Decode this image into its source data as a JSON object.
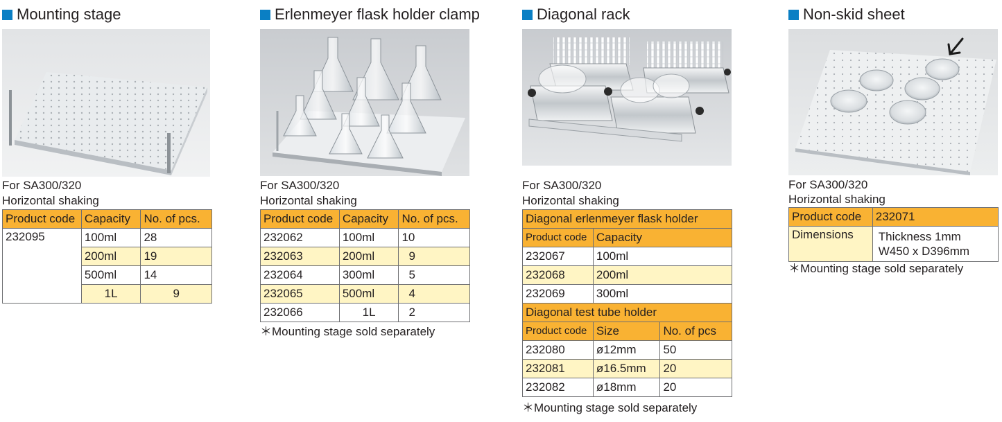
{
  "colors": {
    "accent_square": "#0a7fc4",
    "header_fill": "#f9b233",
    "alt_row_fill": "#fff5c4",
    "border": "#6d6e71"
  },
  "icons": {
    "section": "blue-square-icon",
    "arrow": "arrow-down-left-icon"
  },
  "mounting": {
    "title": "Mounting stage",
    "sub1": "For SA300/320",
    "sub2": "Horizontal shaking",
    "headers": [
      "Product code",
      "Capacity",
      "No. of pcs."
    ],
    "product_code": "232095",
    "rows": [
      {
        "capacity": "100ml",
        "pcs": "28"
      },
      {
        "capacity": "200ml",
        "pcs": "19"
      },
      {
        "capacity": "500ml",
        "pcs": "14"
      },
      {
        "capacity": "1L",
        "pcs": "9"
      }
    ]
  },
  "erlenmeyer": {
    "title": "Erlenmeyer flask holder clamp",
    "sub1": "For SA300/320",
    "sub2": "Horizontal shaking",
    "headers": [
      "Product code",
      "Capacity",
      "No. of pcs."
    ],
    "rows": [
      {
        "code": "232062",
        "capacity": "100ml",
        "pcs": "10"
      },
      {
        "code": "232063",
        "capacity": "200ml",
        "pcs": "9"
      },
      {
        "code": "232064",
        "capacity": "300ml",
        "pcs": "5"
      },
      {
        "code": "232065",
        "capacity": "500ml",
        "pcs": "4"
      },
      {
        "code": "232066",
        "capacity": "1L",
        "pcs": "2"
      }
    ],
    "note": "＊Mounting stage sold separately"
  },
  "diagonal": {
    "title": "Diagonal rack",
    "sub1": "For SA300/320",
    "sub2": "Horizontal shaking",
    "flask_title": "Diagonal erlenmeyer flask holder",
    "flask_headers": [
      "Product code",
      "Capacity"
    ],
    "flask_rows": [
      {
        "code": "232067",
        "capacity": "100ml"
      },
      {
        "code": "232068",
        "capacity": "200ml"
      },
      {
        "code": "232069",
        "capacity": "300ml"
      }
    ],
    "tube_title": "Diagonal test tube holder",
    "tube_headers": [
      "Product code",
      "Size",
      "No. of pcs"
    ],
    "tube_rows": [
      {
        "code": "232080",
        "size": "ø12mm",
        "pcs": "50"
      },
      {
        "code": "232081",
        "size": "ø16.5mm",
        "pcs": "20"
      },
      {
        "code": "232082",
        "size": "ø18mm",
        "pcs": "20"
      }
    ],
    "note": "＊Mounting stage sold separately"
  },
  "nonskid": {
    "title": "Non-skid sheet",
    "sub1": "For SA300/320",
    "sub2": "Horizontal shaking",
    "code_label": "Product code",
    "code_value": "232071",
    "dim_label": "Dimensions",
    "dim_line1": "Thickness 1mm",
    "dim_line2": "W450 x D396mm",
    "note": "＊Mounting stage sold separately"
  }
}
